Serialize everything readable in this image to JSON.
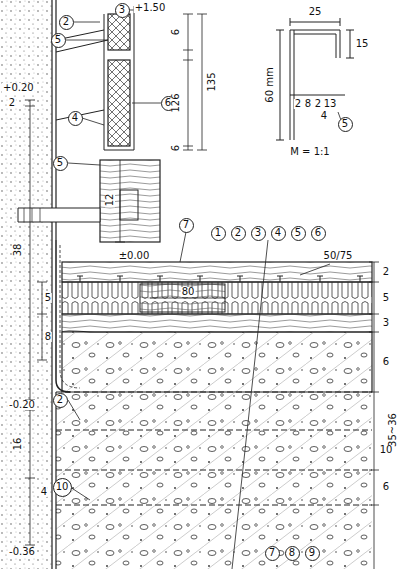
{
  "diagram": {
    "nodes": [
      {
        "text": [
          "2"
        ]
      },
      {
        "text": [
          "3"
        ]
      },
      {
        "text": [
          "5"
        ]
      },
      {
        "text": [
          "4"
        ]
      },
      {
        "text": [
          "6"
        ]
      },
      {
        "text": [
          "5"
        ]
      },
      {
        "text": [
          "7"
        ]
      },
      {
        "text": [
          "1"
        ]
      },
      {
        "text": [
          "2"
        ]
      },
      {
        "text": [
          "3"
        ]
      },
      {
        "text": [
          "4"
        ]
      },
      {
        "text": [
          "5"
        ]
      },
      {
        "text": [
          "6"
        ]
      },
      {
        "text": [
          "2"
        ]
      },
      {
        "text": [
          "10"
        ]
      },
      {
        "text": [
          "7"
        ]
      },
      {
        "text": [
          "8"
        ]
      },
      {
        "text": [
          "9"
        ]
      },
      {
        "text": [
          "5"
        ]
      }
    ],
    "labels": [
      "+1.50",
      "6",
      "126",
      "135",
      "6",
      "+0.20",
      "2",
      "12",
      "±0.00",
      "50/75",
      "2",
      "5",
      "3",
      "6",
      "35~36",
      "10",
      "6",
      "80",
      "38",
      "5",
      "8",
      "-0.20",
      "16",
      "4",
      "-0.36",
      "25",
      "60 mm",
      "15",
      "2",
      "8",
      "2",
      "13",
      "4",
      "M = 1:1"
    ]
  }
}
